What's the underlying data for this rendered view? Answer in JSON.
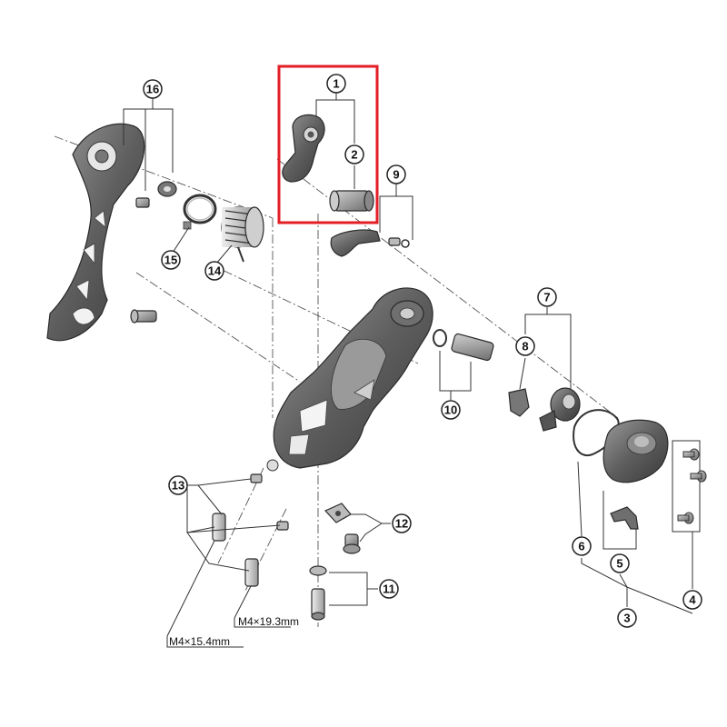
{
  "callouts": {
    "c1": "1",
    "c2": "2",
    "c3": "3",
    "c4": "4",
    "c5": "5",
    "c6": "6",
    "c7": "7",
    "c8": "8",
    "c9": "9",
    "c10": "10",
    "c11": "11",
    "c12": "12",
    "c13": "13",
    "c14": "14",
    "c15": "15",
    "c16": "16"
  },
  "dimensions": {
    "long_bolt": "M4×19.3mm",
    "short_bolt": "M4×15.4mm"
  },
  "colors": {
    "highlight": "#e31e24",
    "part_dark": "#5c5c5c",
    "part_mid": "#8a8a8a",
    "part_light": "#bdbdbd"
  }
}
